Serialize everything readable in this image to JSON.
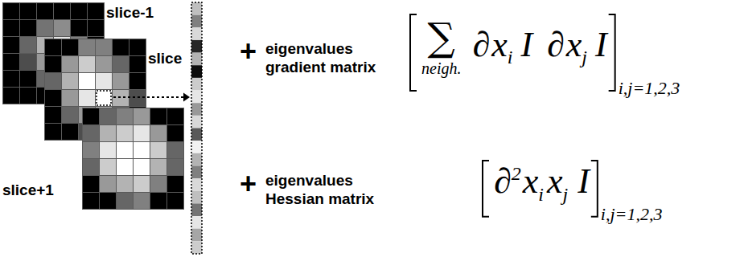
{
  "diagram": {
    "nodes": [
      {
        "text": [
          "slice-1"
        ]
      },
      {
        "text": [
          "slice"
        ]
      },
      {
        "text": [
          "slice+1"
        ]
      }
    ],
    "labels": [
      "+",
      "eigenvalues gradient matrix",
      "∑",
      "neigh.",
      "∂",
      "x",
      "i",
      "I",
      "∂",
      "x",
      "j",
      "I",
      "i,j=1,2,3",
      "+",
      "eigenvalues Hessian matrix",
      "∂",
      "2",
      "x",
      "i",
      "x",
      "j",
      "I",
      "i,j=1,2,3"
    ]
  }
}
